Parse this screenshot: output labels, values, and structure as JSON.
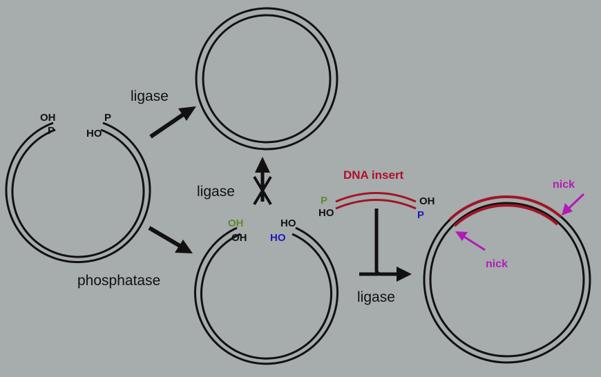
{
  "labels": {
    "ligase_top": "ligase",
    "ligase_middle": "ligase",
    "ligase_bottom": "ligase",
    "phosphatase": "phosphatase",
    "dna_insert": "DNA insert",
    "nick_top": "nick",
    "nick_bottom": "nick"
  },
  "left_plasmid": {
    "left_end_top": "OH",
    "left_end_bottom": "P",
    "right_end_top": "P",
    "right_end_bottom": "HO"
  },
  "dephos_plasmid": {
    "left_end_top": "OH",
    "left_end_bottom": "OH",
    "right_end_top": "HO",
    "right_end_bottom": "HO"
  },
  "insert_ends": {
    "left_top": "P",
    "left_bottom": "HO",
    "right_top": "OH",
    "right_bottom": "P"
  },
  "colors": {
    "background": "#a7acad",
    "dna": "#111111",
    "insert": "#a01426",
    "insert_label": "#b0102a",
    "phosphate_green": "#5d8a2c",
    "hydroxyl_blue": "#1b1bb8",
    "nick_magenta": "#b21ab5"
  }
}
